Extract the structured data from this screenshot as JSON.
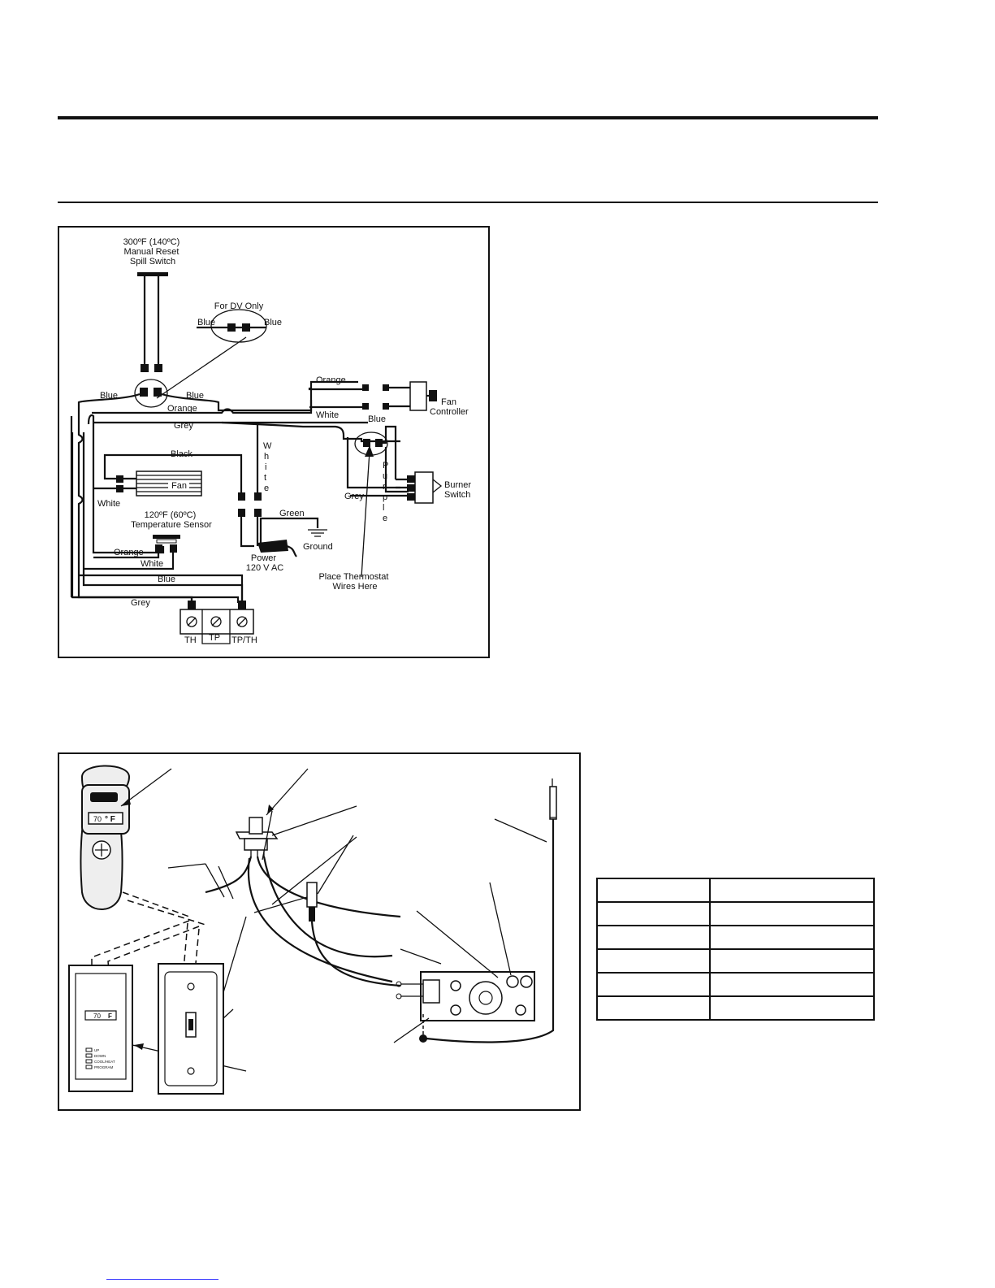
{
  "wiring_diagram": {
    "spill_switch": "300ºF (140ºC)\nManual Reset\nSpill Switch",
    "dv_only": "For DV Only",
    "wires": {
      "blue": "Blue",
      "orange": "Orange",
      "grey": "Grey",
      "white": "White",
      "black": "Black",
      "green": "Green"
    },
    "vertical_white": [
      "W",
      "h",
      "i",
      "t",
      "e"
    ],
    "vertical_purple": [
      "P",
      "u",
      "r",
      "p",
      "l",
      "e"
    ],
    "fan": "Fan",
    "fan_controller": "Fan\nController",
    "burner_switch": "Burner\nSwitch",
    "temperature_sensor": "120ºF (60ºC)\nTemperature Sensor",
    "power": "Power\n120 V AC",
    "ground": "Ground",
    "thermostat_note": "Place Thermostat\nWires Here",
    "terminals": [
      "TH",
      "TP",
      "TP/TH"
    ]
  },
  "components_diagram": {
    "remote_display": "70",
    "remote_unit": "° F",
    "wall_thermostat_display": "70",
    "wall_thermostat_unit": "F",
    "wall_thermostat_buttons": [
      "UP",
      "DOWN",
      "COOL/HEAT",
      "PROGRAM"
    ]
  },
  "legend_table": {
    "rows": 6
  }
}
